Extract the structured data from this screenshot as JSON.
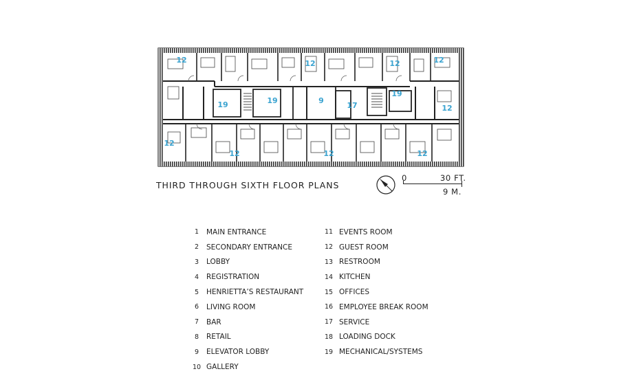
{
  "plan": {
    "title": "THIRD THROUGH SIXTH FLOOR PLANS",
    "label_color": "#3aa3d0",
    "room_labels": [
      {
        "id": "r1",
        "text": "12"
      },
      {
        "id": "r2",
        "text": "12"
      },
      {
        "id": "r3",
        "text": "12"
      },
      {
        "id": "r4",
        "text": "12"
      },
      {
        "id": "r5",
        "text": "19"
      },
      {
        "id": "r6",
        "text": "19"
      },
      {
        "id": "r7",
        "text": "9"
      },
      {
        "id": "r8",
        "text": "17"
      },
      {
        "id": "r9",
        "text": "19"
      },
      {
        "id": "r10",
        "text": "12"
      },
      {
        "id": "r11",
        "text": "12"
      },
      {
        "id": "r12",
        "text": "12"
      },
      {
        "id": "r13",
        "text": "12"
      },
      {
        "id": "r14",
        "text": "12"
      }
    ]
  },
  "scale": {
    "zero": "0",
    "feet": "30 FT.",
    "meters": "9 M."
  },
  "legend": {
    "left": [
      {
        "num": "1",
        "label": "MAIN ENTRANCE"
      },
      {
        "num": "2",
        "label": "SECONDARY ENTRANCE"
      },
      {
        "num": "3",
        "label": "LOBBY"
      },
      {
        "num": "4",
        "label": "REGISTRATION"
      },
      {
        "num": "5",
        "label": "HENRIETTA’S RESTAURANT"
      },
      {
        "num": "6",
        "label": "LIVING ROOM"
      },
      {
        "num": "7",
        "label": "BAR"
      },
      {
        "num": "8",
        "label": "RETAIL"
      },
      {
        "num": "9",
        "label": "ELEVATOR LOBBY"
      },
      {
        "num": "10",
        "label": "GALLERY"
      }
    ],
    "right": [
      {
        "num": "11",
        "label": "EVENTS ROOM"
      },
      {
        "num": "12",
        "label": "GUEST ROOM"
      },
      {
        "num": "13",
        "label": "RESTROOM"
      },
      {
        "num": "14",
        "label": "KITCHEN"
      },
      {
        "num": "15",
        "label": "OFFICES"
      },
      {
        "num": "16",
        "label": "EMPLOYEE BREAK ROOM"
      },
      {
        "num": "17",
        "label": "SERVICE"
      },
      {
        "num": "18",
        "label": "LOADING DOCK"
      },
      {
        "num": "19",
        "label": "MECHANICAL/SYSTEMS"
      }
    ]
  }
}
